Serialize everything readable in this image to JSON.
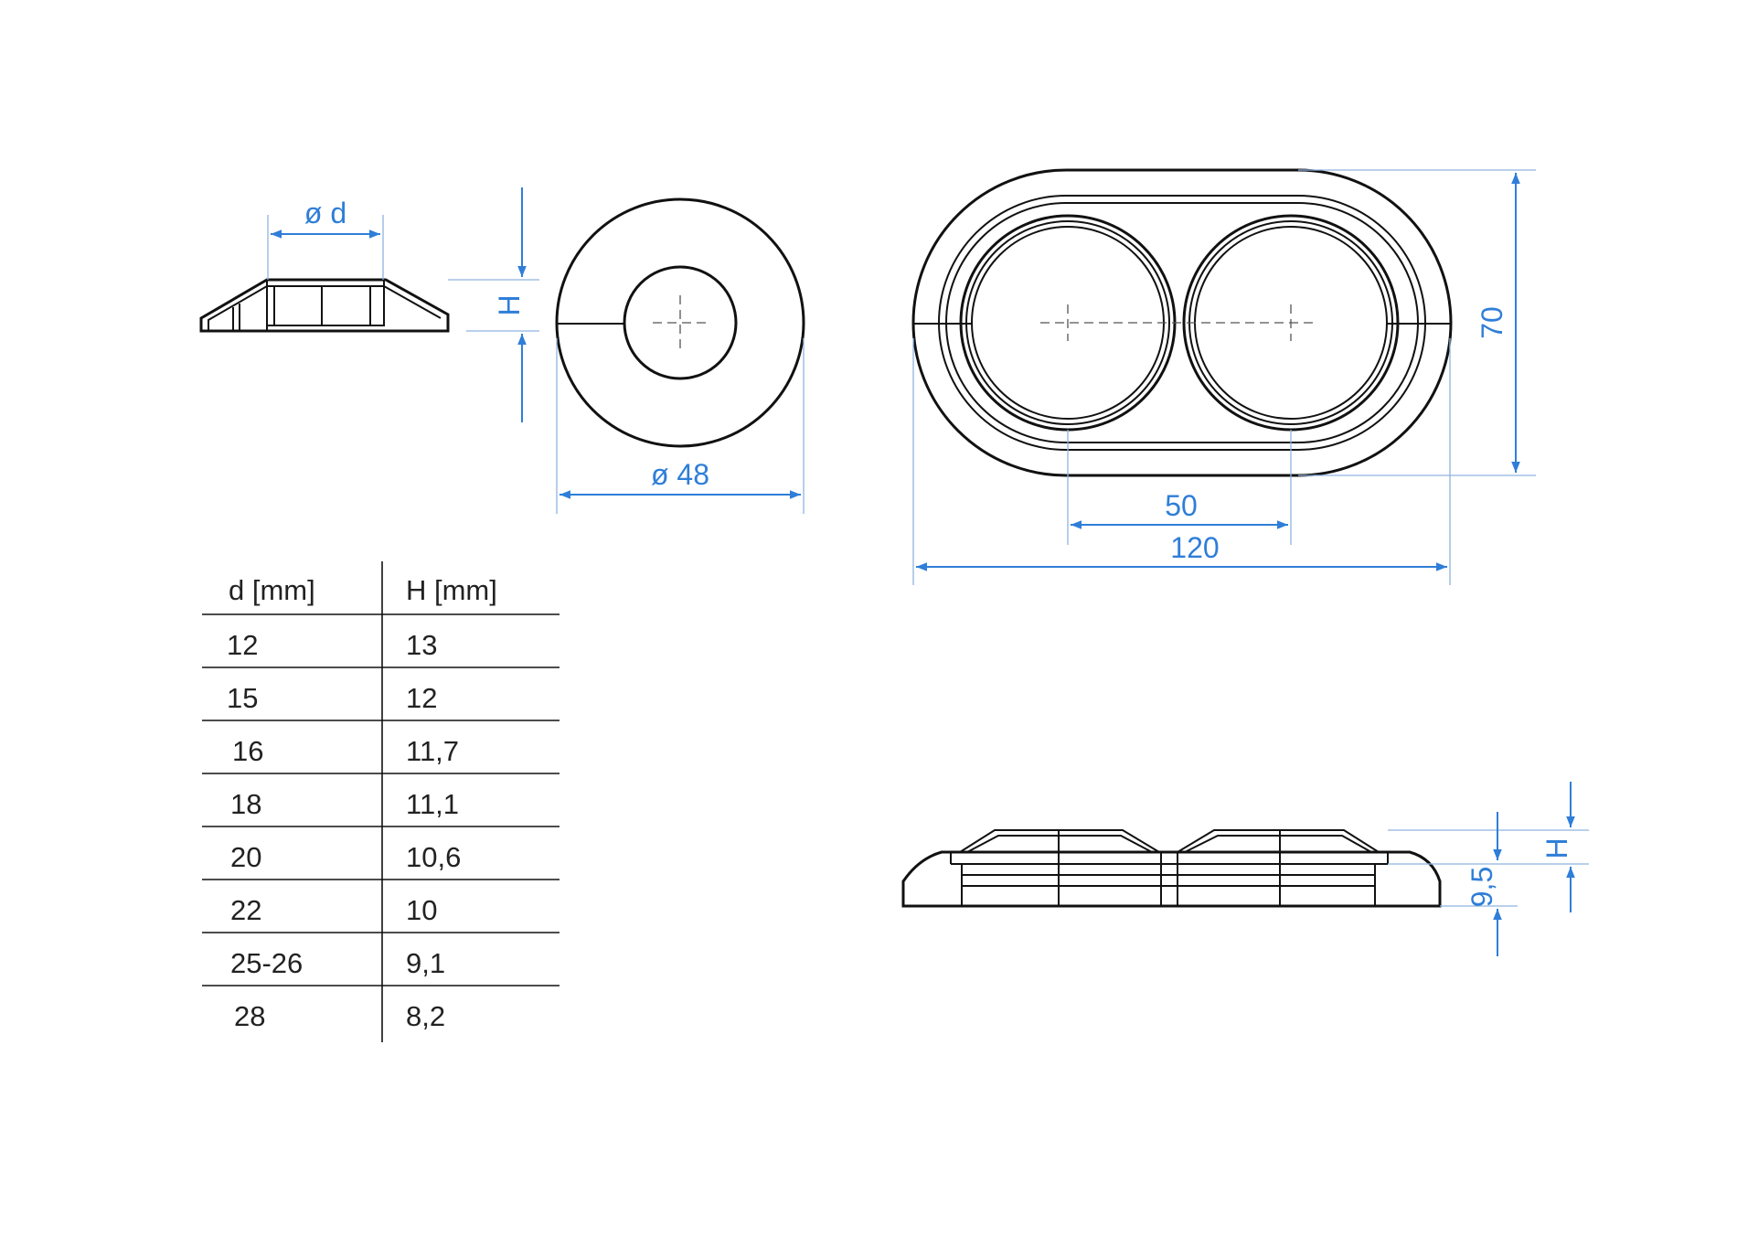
{
  "dimensions": {
    "side_small_d": "ø d",
    "side_small_h": "H",
    "ring_diameter": "ø 48",
    "double_height": "70",
    "double_pitch": "50",
    "double_width": "120",
    "double_side_h": "H",
    "double_side_base": "9,5"
  },
  "table": {
    "headers": [
      "d [mm]",
      "H [mm]"
    ],
    "rows": [
      [
        "12",
        "13"
      ],
      [
        "15",
        "12"
      ],
      [
        "16",
        "11,7"
      ],
      [
        "18",
        "11,1"
      ],
      [
        "20",
        "10,6"
      ],
      [
        "22",
        "10"
      ],
      [
        "25-26",
        "9,1"
      ],
      [
        "28",
        "8,2"
      ]
    ]
  }
}
